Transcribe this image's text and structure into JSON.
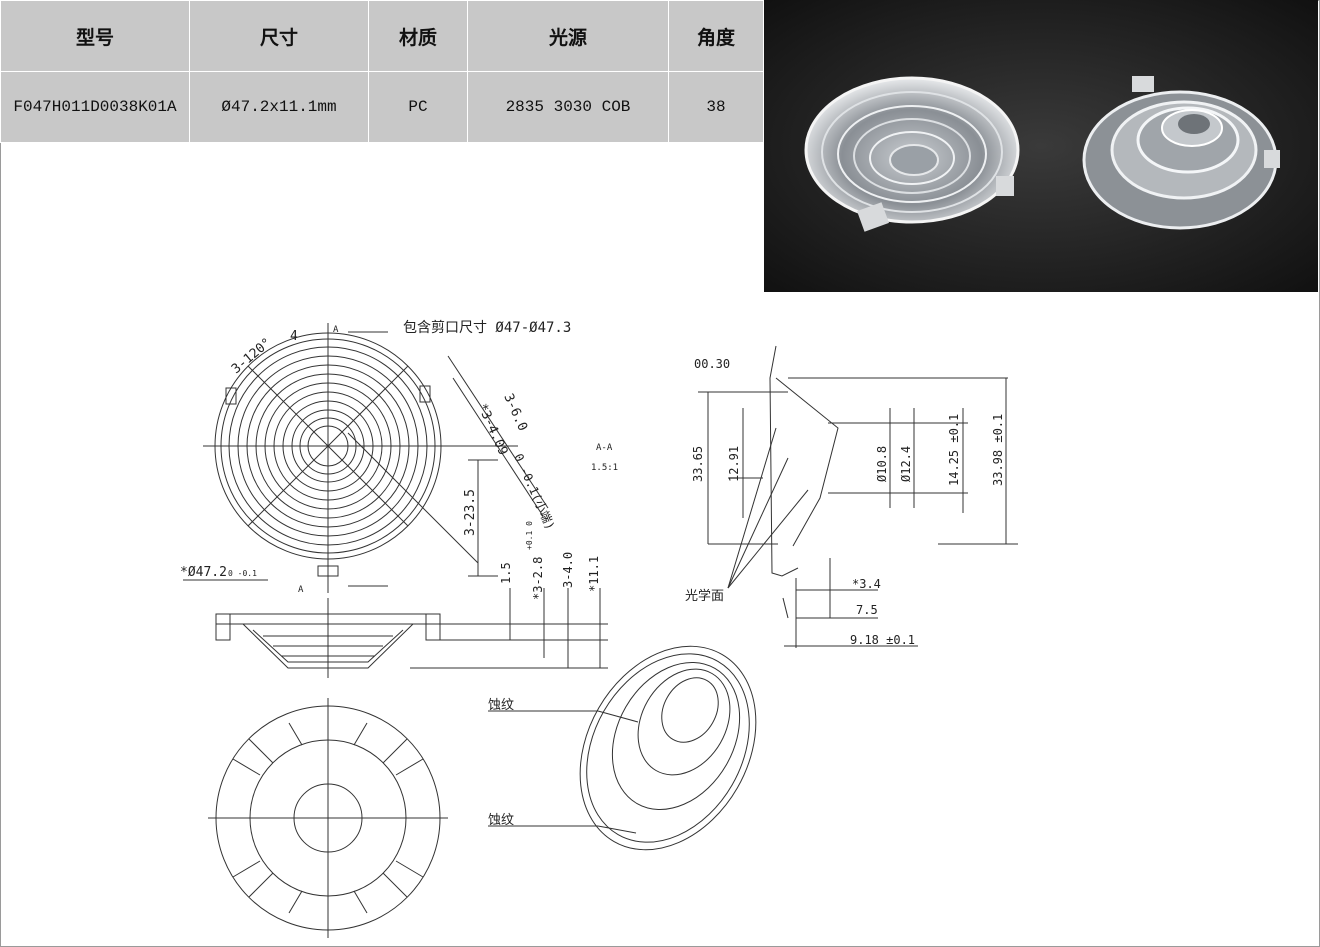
{
  "table": {
    "headers": [
      "型号",
      "尺寸",
      "材质",
      "光源",
      "角度"
    ],
    "row": [
      "F047H011D0038K01A",
      "Ø47.2x11.1mm",
      "PC",
      "2835 3030 COB",
      "38"
    ]
  },
  "photo": {},
  "drawing": {
    "notch_note": "包含剪口尺寸 Ø47-Ø47.3",
    "dim_4": "4",
    "label_a_top": "A",
    "label_a_bottom": "A",
    "angle_3_120": "3-120°",
    "dim_3_6_0": "3-6.0",
    "dim_3_4_09": "*3-4.09",
    "dim_tol_0_1": "0 -0.1(小端)",
    "dim_3_23_5": "3-23.5",
    "dia_47_2": "*Ø47.2",
    "dia_47_2_tol": "0 -0.1",
    "dim_1_5": "1.5",
    "dim_3_2_8": "*3-2.8",
    "dim_3_2_8_tol": "+0.1 0",
    "dim_3_4_0": "3-4.0",
    "dim_11_1": "*11.1",
    "section_title": "A-A",
    "section_scale": "1.5:1",
    "dim_0_30": "00.30",
    "dim_33_65": "33.65",
    "dim_12_91": "12.91",
    "dia_10_8": "Ø10.8",
    "dia_12_4": "Ø12.4",
    "dim_14_25": "14.25 ±0.1",
    "dim_33_98": "33.98 ±0.1",
    "optical_surface": "光学面",
    "dim_3_4": "*3.4",
    "dim_7_5": "7.5",
    "dim_9_18": "9.18 ±0.1",
    "etch_1": "蚀纹",
    "etch_2": "蚀纹"
  }
}
